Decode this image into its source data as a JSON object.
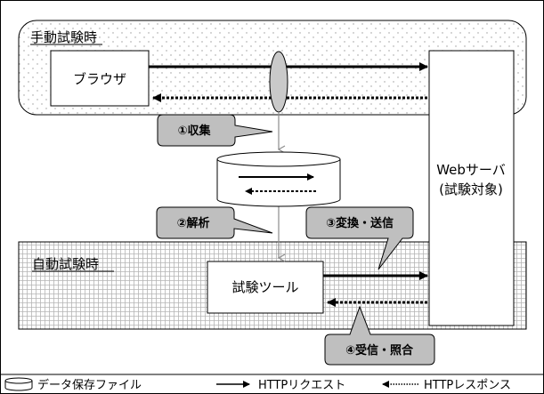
{
  "regions": {
    "manual": {
      "label": "手動試験時"
    },
    "auto": {
      "label": "自動試験時"
    }
  },
  "nodes": {
    "browser": {
      "label": "ブラウザ"
    },
    "tool": {
      "label": "試験ツール"
    },
    "server": {
      "line1": "Webサーバ",
      "line2": "(試験対象)"
    }
  },
  "steps": [
    {
      "label": "①収集"
    },
    {
      "label": "②解析"
    },
    {
      "label": "③変換・送信"
    },
    {
      "label": "④受信・照合"
    }
  ],
  "legend": {
    "storage": "データ保存ファイル",
    "request": "HTTPリクエスト",
    "response": "HTTPレスポンス"
  },
  "colors": {
    "callout_fill": "#bfbfbf",
    "region_border": "#000000",
    "manual_bg": "dotted",
    "auto_bg": "grid"
  }
}
